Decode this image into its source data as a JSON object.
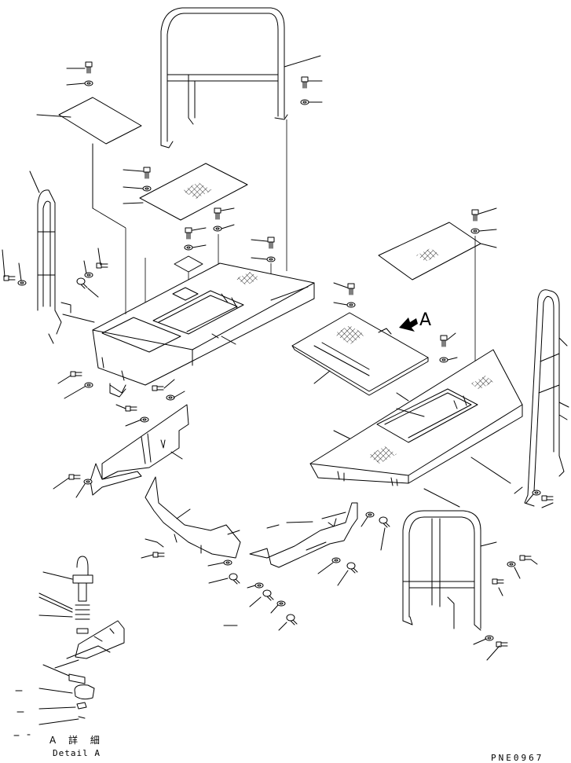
{
  "view_label": "A",
  "detail": {
    "title_jp": "A 詳 細",
    "title_en": "Detail A"
  },
  "drawing_code": "PNE0967"
}
